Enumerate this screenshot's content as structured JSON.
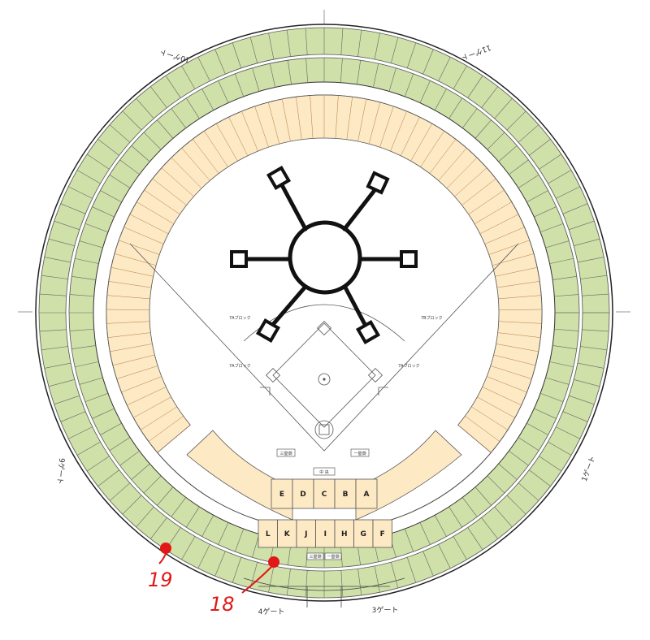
{
  "map": {
    "gates": {
      "gate_10": "10ゲート",
      "gate_11": "11ゲート",
      "gate_9": "9ゲート",
      "gate_1": "1ゲート",
      "gate_4": "4ゲート",
      "gate_3": "3ゲート"
    },
    "blocks_upper": [
      "E",
      "D",
      "C",
      "B",
      "A"
    ],
    "blocks_lower": [
      "L",
      "K",
      "J",
      "I",
      "H",
      "G",
      "F"
    ],
    "labels": {
      "center": "中 央",
      "third_base": "三塁側",
      "first_base": "一塁側",
      "third_base_lower": "三塁側",
      "first_base_lower": "一塁側",
      "block_left_upper": "7Aブロック",
      "block_left_lower": "7Aブロック",
      "block_right_upper": "7Bブロック",
      "block_right_lower": "7Aブロック"
    },
    "annotations": {
      "marker_19": "19",
      "marker_18": "18"
    },
    "colors": {
      "outer_seats": "#cfe0a8",
      "inner_seats": "#fde9c4",
      "marker": "#e01818",
      "drawing": "#111111"
    }
  }
}
